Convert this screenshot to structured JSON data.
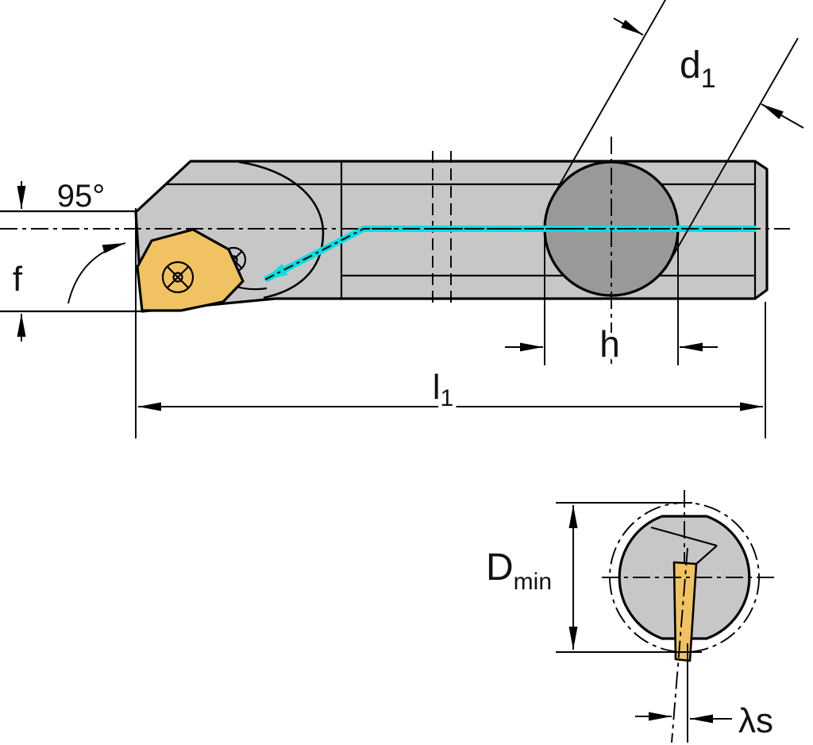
{
  "figure": {
    "labels": {
      "approach_angle": "95°",
      "f": "f",
      "d1_main": "d",
      "d1_sub": "1",
      "h": "h",
      "l1_main": "l",
      "l1_sub": "1",
      "dmin_main": "D",
      "dmin_sub": "min",
      "lambda_s": "λs"
    },
    "colors": {
      "body": "#c7c7c7",
      "shank_section": "#999999",
      "insert": "#f0c261",
      "coolant_line": "#00dfe4",
      "outline": "#000000"
    }
  }
}
